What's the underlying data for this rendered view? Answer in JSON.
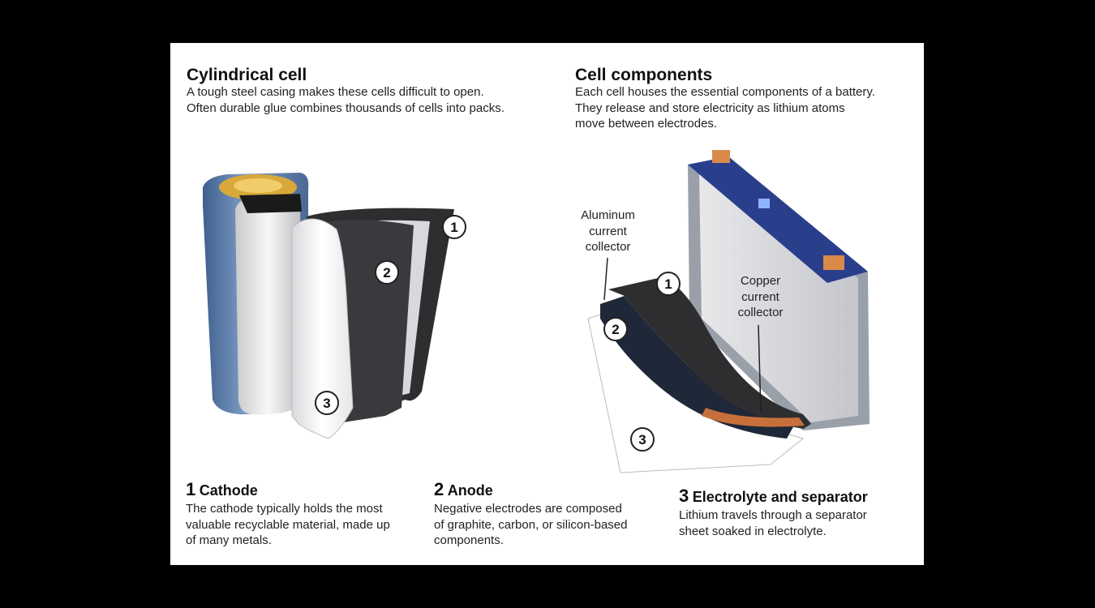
{
  "left": {
    "title": "Cylindrical cell",
    "lines": [
      "A tough steel casing makes these cells difficult to open.",
      "Often durable glue combines thousands of cells into packs."
    ]
  },
  "right": {
    "title": "Cell components",
    "lines": [
      "Each cell houses the essential components of a battery.",
      "They release and store electricity as lithium atoms",
      "move between electrodes."
    ]
  },
  "callouts": {
    "aluminum": [
      "Aluminum",
      "current",
      "collector"
    ],
    "copper": [
      "Copper",
      "current",
      "collector"
    ]
  },
  "markers": [
    "1",
    "2",
    "3"
  ],
  "components": [
    {
      "num": "1",
      "name": "Cathode",
      "lines": [
        "The cathode typically holds the most",
        "valuable recyclable material, made up",
        "of many metals."
      ]
    },
    {
      "num": "2",
      "name": "Anode",
      "lines": [
        "Negative electrodes are composed",
        "of graphite, carbon, or silicon-based",
        "components."
      ]
    },
    {
      "num": "3",
      "name": "Electrolyte and separator",
      "lines": [
        "Lithium travels through a separator",
        "sheet soaked in electrolyte."
      ]
    }
  ],
  "colors": {
    "casing_blue": "#5d7ea8",
    "cathode_dark": "#2e2e30",
    "anode_dark": "#1f2838",
    "separator": "#f2f2f2",
    "copper": "#c8703c",
    "terminal_blue": "#2a3f8c"
  }
}
